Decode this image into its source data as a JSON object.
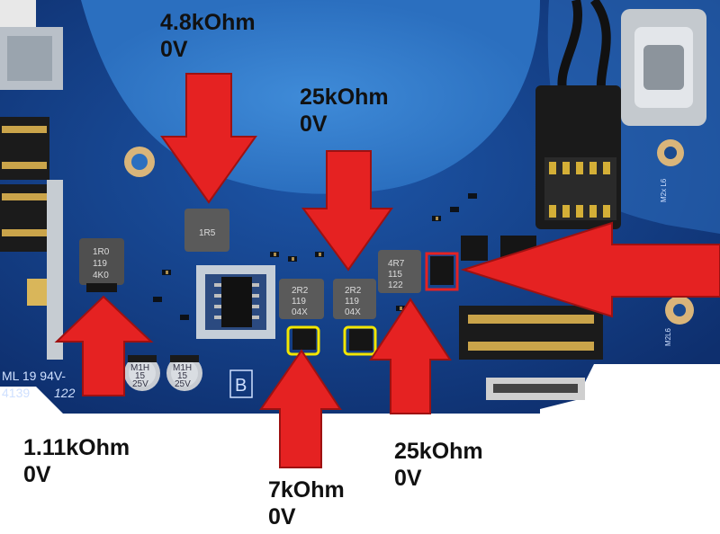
{
  "measurements": [
    {
      "id": "top-center",
      "resistance": "4.8kOhm",
      "voltage": "0V"
    },
    {
      "id": "center-right",
      "resistance": "25kOhm",
      "voltage": "0V"
    },
    {
      "id": "bottom-left",
      "resistance": "1.11kOhm",
      "voltage": "0V"
    },
    {
      "id": "bottom-center",
      "resistance": "7kOhm",
      "voltage": "0V"
    },
    {
      "id": "bottom-right",
      "resistance": "25kOhm",
      "voltage": "0V"
    }
  ],
  "component_markings": {
    "inductor_1r5": "1R5",
    "inductor_left": [
      "1R0",
      "119",
      "4K0"
    ],
    "inductor_2r2_a": [
      "2R2",
      "119",
      "04X"
    ],
    "inductor_2r2_b": [
      "2R2",
      "119",
      "04X"
    ],
    "inductor_4r7": [
      "4R7",
      "115",
      "122"
    ],
    "capacitor_a": [
      "M1H",
      "15",
      "25V"
    ],
    "capacitor_b": [
      "M1H",
      "15",
      "25V"
    ],
    "silkscreen_left": [
      "ML 19 94V-",
      "4139",
      "122"
    ],
    "silkscreen_b": "B",
    "silkscreen_right_1": "M2x L6",
    "silkscreen_right_2": "M2L6"
  },
  "colors": {
    "board": "#15418a",
    "arrow": "#e52222",
    "highlight_yellow": "#f2e600",
    "highlight_red": "#e52222",
    "background": "#ffffff"
  }
}
